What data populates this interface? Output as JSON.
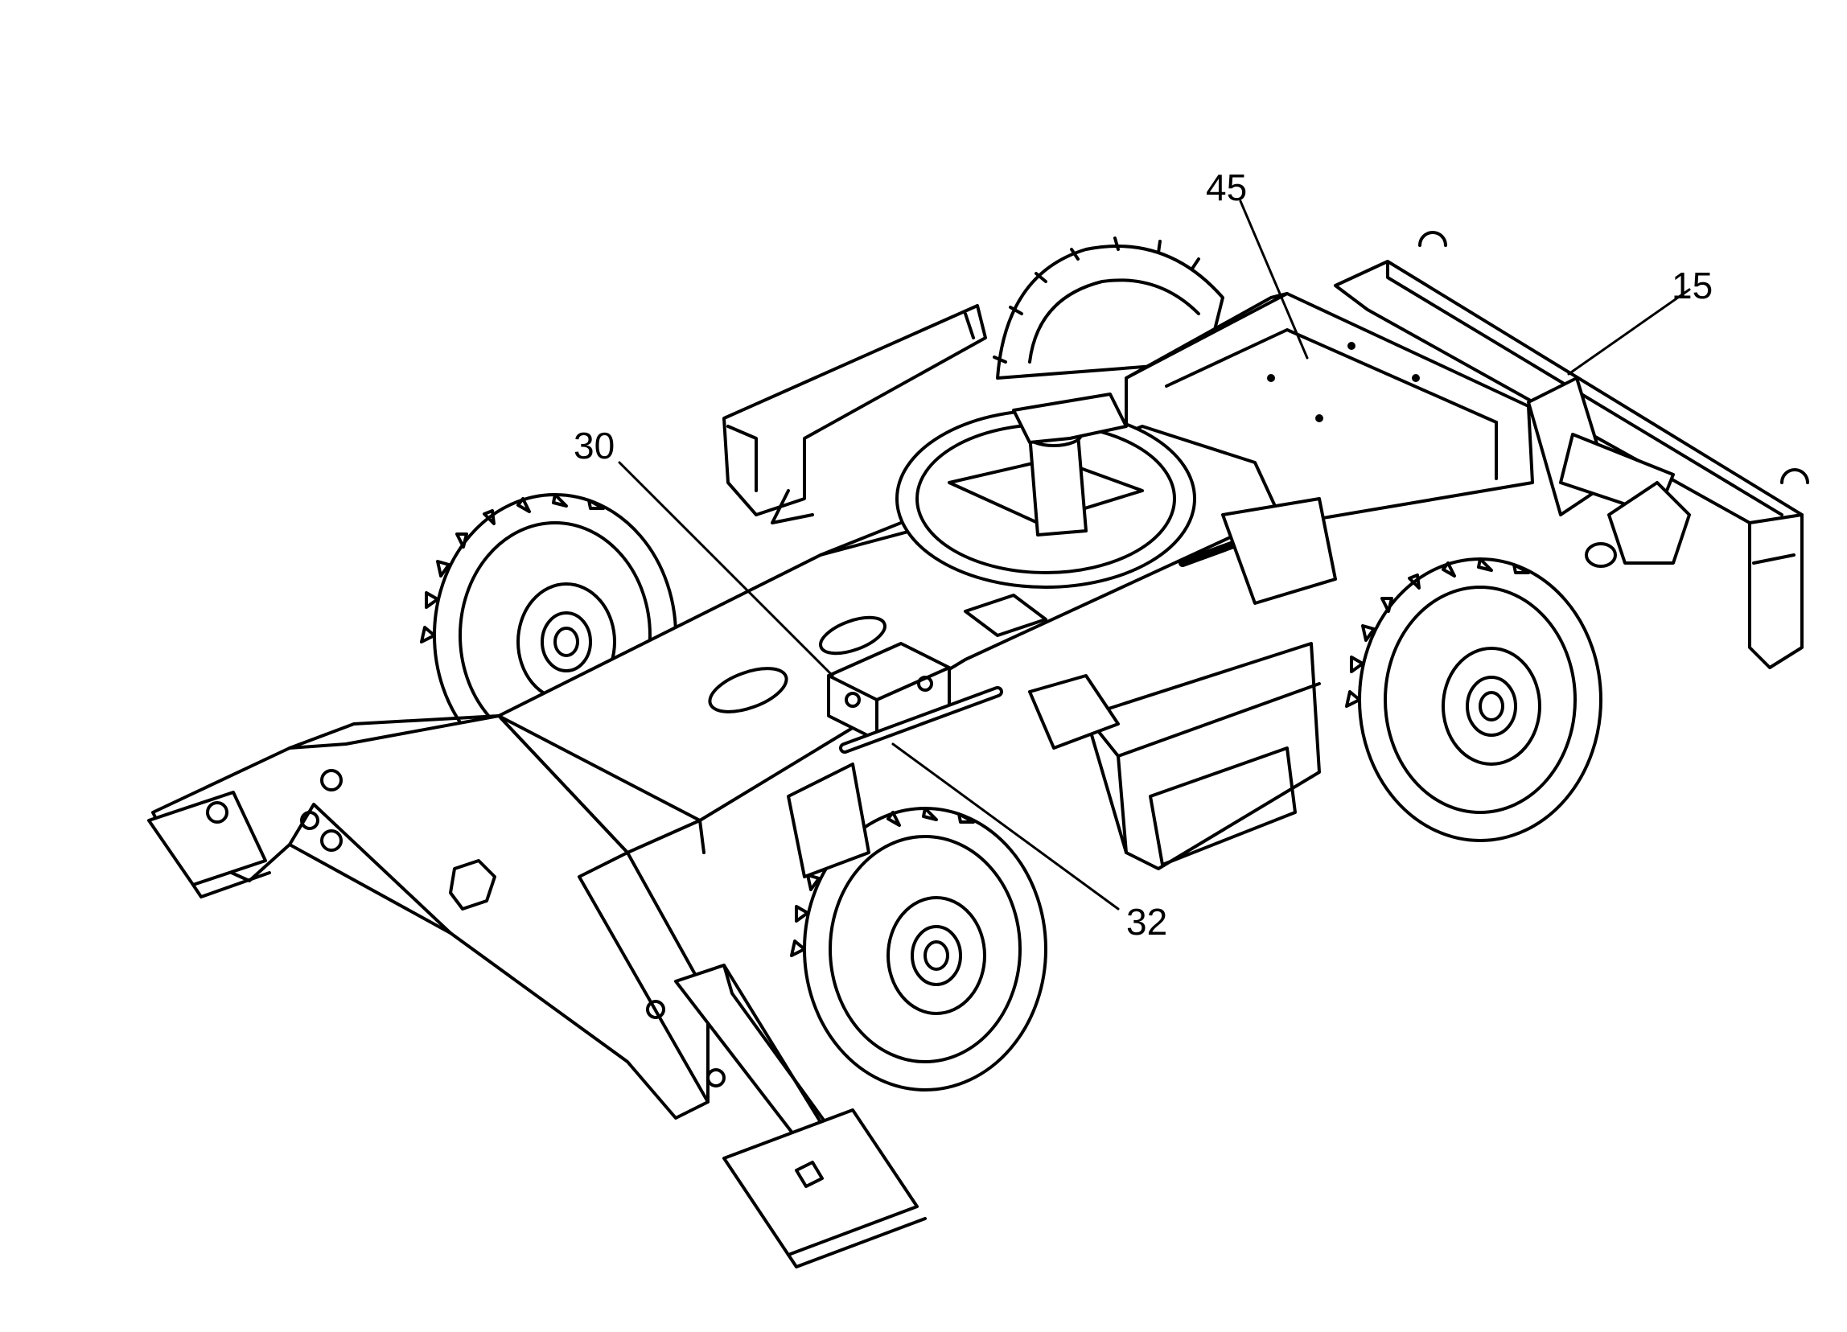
{
  "callouts": [
    {
      "id": "c30",
      "label": "30"
    },
    {
      "id": "c45",
      "label": "45"
    },
    {
      "id": "c15",
      "label": "15"
    },
    {
      "id": "c32",
      "label": "32"
    }
  ]
}
